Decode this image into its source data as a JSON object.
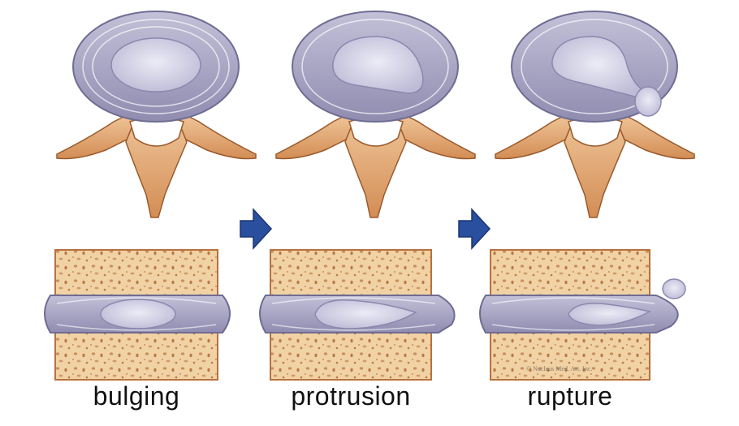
{
  "stages": [
    {
      "id": "bulging",
      "label": "bulging"
    },
    {
      "id": "protrusion",
      "label": "protrusion"
    },
    {
      "id": "rupture",
      "label": "rupture"
    }
  ],
  "credit": "© Nucleus Med. Art. Inc.",
  "colors": {
    "bone": "#e4a877",
    "bone_dark": "#b8723f",
    "marrow": "#f1d2a5",
    "annulus": "#aaa7c4",
    "nucleus": "#d9d8ea",
    "arrow": "#2a4f9e"
  }
}
